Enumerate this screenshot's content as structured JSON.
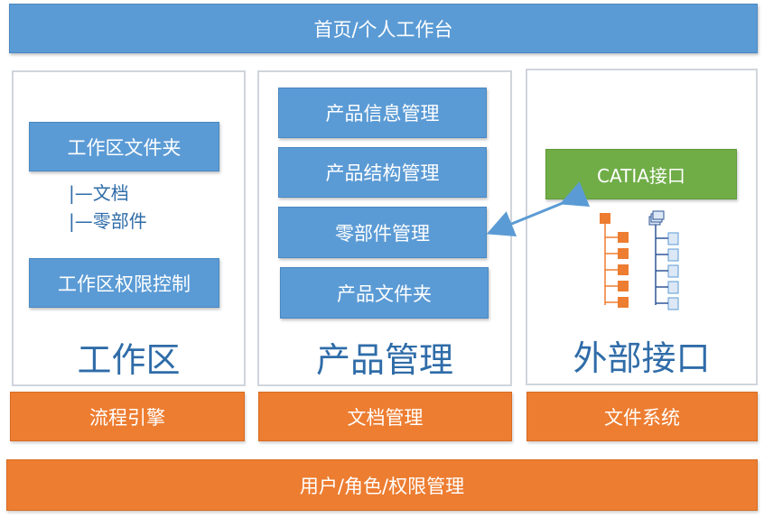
{
  "header": {
    "title": "首页/个人工作台"
  },
  "workspace": {
    "folder_label": "工作区文件夹",
    "tree_items": [
      "|—文档",
      "|—零部件"
    ],
    "permission_label": "工作区权限控制",
    "title": "工作区"
  },
  "product": {
    "items": [
      "产品信息管理",
      "产品结构管理",
      "零部件管理",
      "产品文件夹"
    ],
    "title": "产品管理"
  },
  "external": {
    "catia_label": "CATIA接口",
    "title": "外部接口"
  },
  "services": [
    "流程引擎",
    "文档管理",
    "文件系统"
  ],
  "footer": {
    "title": "用户/角色/权限管理"
  },
  "colors": {
    "blue": "#5b9bd5",
    "orange": "#ed7d31",
    "green": "#70ad47",
    "title_blue": "#2f6ca8"
  },
  "icons": [
    "tree-structure-icon",
    "document-tree-icon",
    "bidirectional-arrow-icon"
  ]
}
